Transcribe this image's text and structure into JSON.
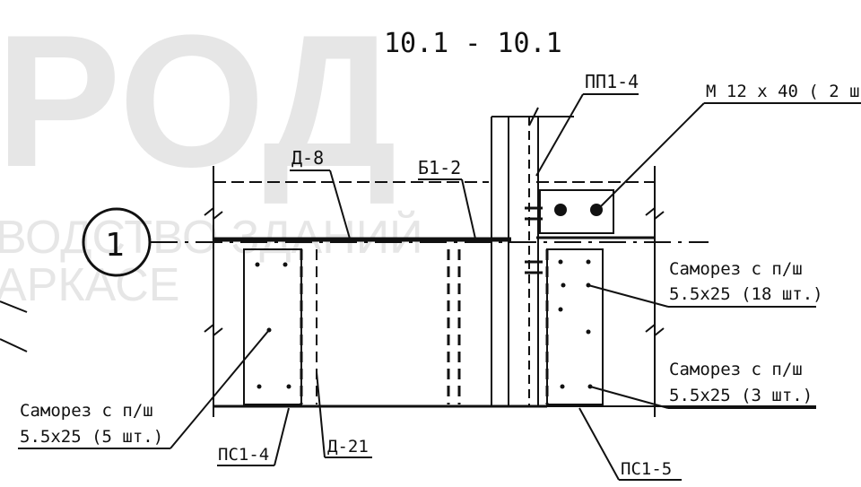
{
  "title": "10.1 - 10.1",
  "axis_marker": "1",
  "watermark": {
    "logo": "РОД",
    "line1": "ВОДСТВО ЗДАНИЙ",
    "line2": "АРКАСЕ"
  },
  "labels": {
    "d8": "Д-8",
    "b1_2": "Б1-2",
    "pp1_4": "ПП1-4",
    "bolt": "М 12 х 40 ( 2 шт",
    "screw_right_top_l1": "Саморез с п/ш",
    "screw_right_top_l2": "5.5х25 (18 шт.)",
    "screw_right_bot_l1": "Саморез с п/ш",
    "screw_right_bot_l2": "5.5х25 (3 шт.)",
    "screw_left_l1": "Саморез с п/ш",
    "screw_left_l2": "5.5х25 (5 шт.)",
    "ps1_4": "ПС1-4",
    "d21": "Д-21",
    "ps1_5": "ПС1-5"
  }
}
